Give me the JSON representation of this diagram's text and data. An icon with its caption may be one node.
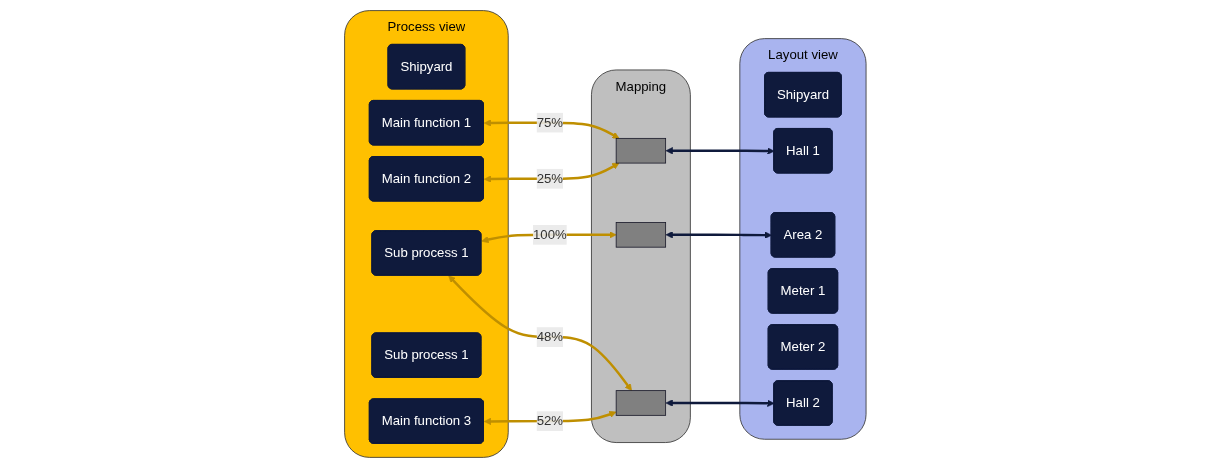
{
  "diagram": {
    "nodes": [
      {
        "text": [
          "Process view"
        ]
      },
      {
        "text": [
          "Shipyard"
        ],
        "in": 0
      },
      {
        "text": [
          "Main function 1"
        ],
        "in": 0
      },
      {
        "text": [
          "Main function 2"
        ],
        "in": 0
      },
      {
        "text": [
          "Sub process 1"
        ],
        "in": 0
      },
      {
        "text": [
          "Sub process 1"
        ],
        "in": 0
      },
      {
        "text": [
          "Main function 3"
        ],
        "in": 0
      },
      {
        "text": [
          "Mapping"
        ]
      },
      {
        "text": [],
        "shape": "box",
        "in": 7
      },
      {
        "text": [],
        "shape": "box",
        "in": 7
      },
      {
        "text": [],
        "shape": "box",
        "in": 7
      },
      {
        "text": [
          "Layout view"
        ]
      },
      {
        "text": [
          "Shipyard"
        ],
        "in": 11
      },
      {
        "text": [
          "Hall 1"
        ],
        "in": 11
      },
      {
        "text": [
          "Area 2"
        ],
        "in": 11
      },
      {
        "text": [
          "Meter 1"
        ],
        "in": 11
      },
      {
        "text": [
          "Meter 2"
        ],
        "in": 11
      },
      {
        "text": [
          "Hall 2"
        ],
        "in": 11
      }
    ],
    "edges": [
      {
        "from": 2,
        "to": 8,
        "arrow": "both",
        "label": "75%",
        "color": "#bf8f00"
      },
      {
        "from": 3,
        "to": 8,
        "arrow": "both",
        "label": "25%",
        "color": "#bf8f00"
      },
      {
        "from": 4,
        "to": 9,
        "arrow": "both",
        "label": "100%",
        "color": "#bf8f00"
      },
      {
        "from": 4,
        "to": 10,
        "arrow": "both",
        "label": "48%",
        "color": "#bf8f00"
      },
      {
        "from": 6,
        "to": 10,
        "arrow": "both",
        "label": "52%",
        "color": "#bf8f00"
      },
      {
        "from": 8,
        "to": 13,
        "arrow": "both",
        "color": "#0f1a3c"
      },
      {
        "from": 9,
        "to": 14,
        "arrow": "both",
        "color": "#0f1a3c"
      },
      {
        "from": 10,
        "to": 17,
        "arrow": "both",
        "color": "#0f1a3c"
      }
    ]
  }
}
